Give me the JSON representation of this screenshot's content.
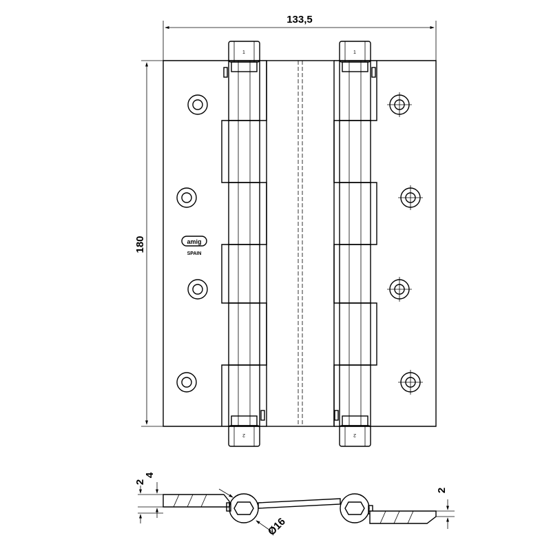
{
  "dimensions": {
    "width": "133,5",
    "height": "180",
    "thickness_1": "2",
    "thickness_2": "4",
    "thickness_3": "2",
    "diameter": "Ø16"
  },
  "pin_labels": {
    "top": "1",
    "bottom": "2"
  },
  "logo": {
    "brand": "amig",
    "origin": "SPAIN"
  }
}
